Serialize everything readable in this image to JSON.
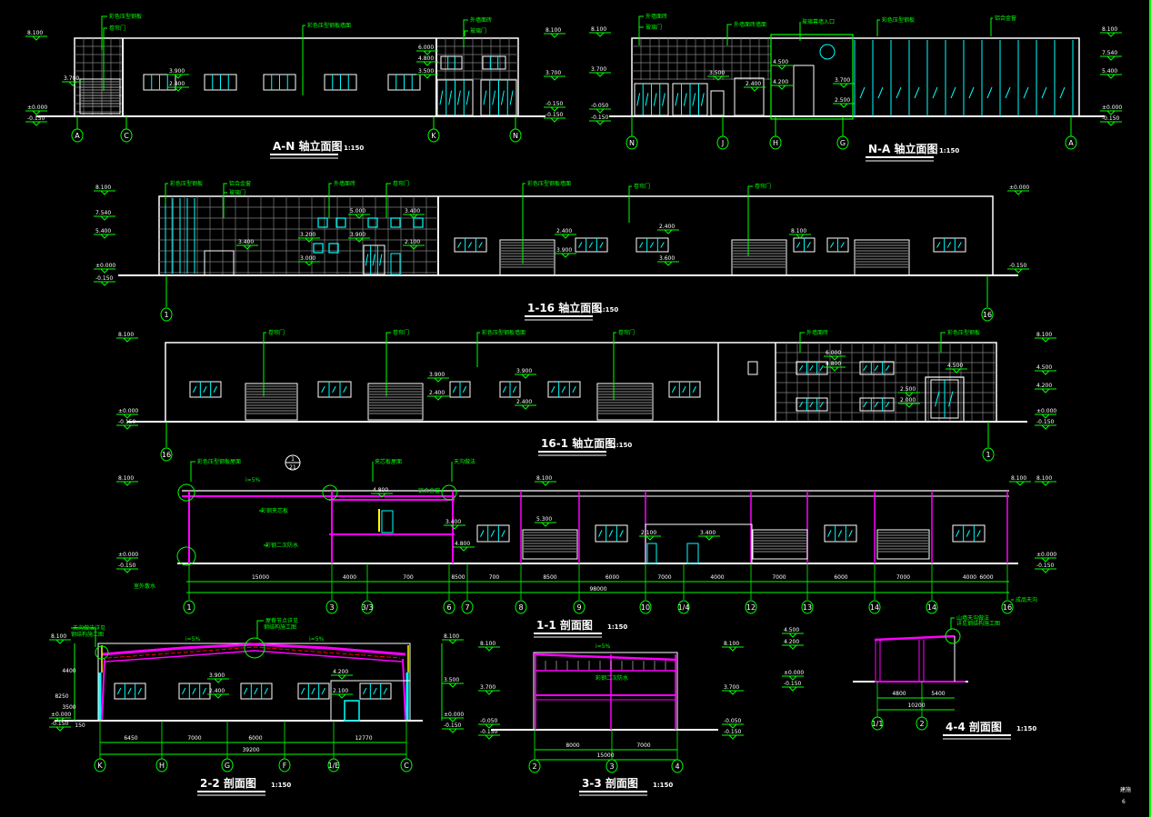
{
  "sheet": {
    "label": "建施",
    "number": "6"
  },
  "colors": {
    "background": "#000000",
    "line": "#ffffff",
    "dimension": "#00ff00",
    "glass": "#00ffff",
    "structure": "#ff00ff",
    "grid": "#808080"
  },
  "an": {
    "title": "A-N 轴立面图",
    "scale": "1:150",
    "axes": [
      "A",
      "C",
      "K",
      "N"
    ],
    "levels": [
      "8.100",
      "3.700",
      "±0.000",
      "-0.150",
      "3.900",
      "2.400",
      "6.000",
      "4.800",
      "3.500",
      "-0.150",
      "-0.150",
      "3.700",
      "8.100"
    ],
    "notes": [
      "彩色压型钢板",
      "卷帘门",
      "彩色压型钢板墙面",
      "外墙面砖",
      "玻璃门"
    ]
  },
  "na": {
    "title": "N-A 轴立面图",
    "scale": "1:150",
    "axes": [
      "N",
      "J",
      "H",
      "G",
      "A"
    ],
    "levels": [
      "8.100",
      "3.700",
      "-0.050",
      "-0.150",
      "3.500",
      "2.400",
      "4.500",
      "4.200",
      "3.700",
      "2.500",
      "8.100",
      "7.540",
      "5.400",
      "±0.000",
      "-0.150"
    ],
    "notes": [
      "外墙面砖",
      "玻璃门",
      "外墙面砖墙面",
      "玻璃幕墙入口",
      "彩色压型钢板",
      "铝合金窗"
    ]
  },
  "e116": {
    "title": "1-16 轴立面图",
    "scale": "1:150",
    "axes": [
      "1",
      "16"
    ],
    "levels": [
      "8.100",
      "7.540",
      "5.400",
      "±0.000",
      "-0.150",
      "3.400",
      "5.000",
      "3.200",
      "3.000",
      "2.100",
      "3.400",
      "3.900",
      "2.400",
      "3.900",
      "2.400",
      "3.600",
      "8.100",
      "±0.000",
      "-0.150"
    ],
    "notes": [
      "彩色压型钢板",
      "铝合金窗",
      "玻璃门",
      "外墙面砖",
      "卷帘门",
      "彩色压型钢板墙面",
      "卷帘门",
      "卷帘门"
    ]
  },
  "e161": {
    "title": "16-1 轴立面图",
    "scale": "1:150",
    "axes": [
      "16",
      "1"
    ],
    "levels": [
      "8.100",
      "±0.000",
      "-0.150",
      "3.900",
      "2.400",
      "3.900",
      "2.400",
      "6.000",
      "4.800",
      "2.500",
      "2.000",
      "4.500",
      "8.100",
      "4.500",
      "4.200",
      "±0.000",
      "-0.150"
    ],
    "notes": [
      "卷帘门",
      "卷帘门",
      "彩色压型钢板墙面",
      "卷帘门",
      "外墙面砖",
      "彩色压型钢板"
    ]
  },
  "s11": {
    "title": "1-1 剖面图",
    "scale": "1:150",
    "axes": [
      "1",
      "3",
      "3/3",
      "6",
      "7",
      "8",
      "9",
      "10",
      "1/4",
      "12",
      "13",
      "14",
      "14",
      "16"
    ],
    "dims": [
      "15000",
      "4000",
      "700",
      "8500",
      "700",
      "8500",
      "6000",
      "7000",
      "4000",
      "7000",
      "6000",
      "7000",
      "4000",
      "6000"
    ],
    "total": "98000",
    "levels": [
      "8.100",
      "8.100",
      "±0.000",
      "-0.150",
      "8.100",
      "3.400",
      "4.800",
      "5.300",
      "2.100",
      "3.400",
      "8.100",
      "±0.000",
      "-0.150",
      "4.800"
    ],
    "notes": [
      "彩色压型钢板屋面",
      "i=5%",
      "彩钢夹芯板",
      "夹芯板屋面",
      "天沟做法",
      "彩钢二次防水",
      "铝合金窗",
      "室外散水",
      "成品天沟"
    ],
    "detail_ref": {
      "num": "1",
      "sheet": "21"
    }
  },
  "s22": {
    "title": "2-2 剖面图",
    "scale": "1:150",
    "axes": [
      "K",
      "H",
      "G",
      "F",
      "1/E",
      "C"
    ],
    "dims": [
      "6450",
      "7000",
      "6000",
      "12770"
    ],
    "total": "39200",
    "slopes": [
      "i=5%",
      "i=5%"
    ],
    "levels": [
      "8.100",
      "±0.000",
      "-0.150",
      "3.900",
      "2.400",
      "4.200",
      "2.100",
      "8.100",
      "3.500",
      "±0.000",
      "-0.150"
    ],
    "vdims": [
      "4400",
      "8250",
      "3500",
      "150"
    ],
    "notes": [
      "天沟做法详见",
      "钢结构施工图",
      "屋脊节点详见",
      "钢结构施工图"
    ]
  },
  "s33": {
    "title": "3-3 剖面图",
    "scale": "1:150",
    "axes": [
      "2",
      "3",
      "4"
    ],
    "dims": [
      "8000",
      "7000"
    ],
    "total": "15000",
    "slope": "i=5%",
    "levels": [
      "8.100",
      "3.700",
      "-0.050",
      "-0.150",
      "8.100",
      "3.700",
      "-0.050",
      "-0.150"
    ],
    "notes": [
      "彩钢二次防水"
    ]
  },
  "s44": {
    "title": "4-4 剖面图",
    "scale": "1:150",
    "axes": [
      "1/1",
      "2"
    ],
    "dims": [
      "4800",
      "5400"
    ],
    "total": "10200",
    "levels": [
      "4.500",
      "4.200",
      "±0.000",
      "-0.150"
    ],
    "notes": [
      "山墙天沟做法",
      "详见钢结构施工图"
    ]
  }
}
